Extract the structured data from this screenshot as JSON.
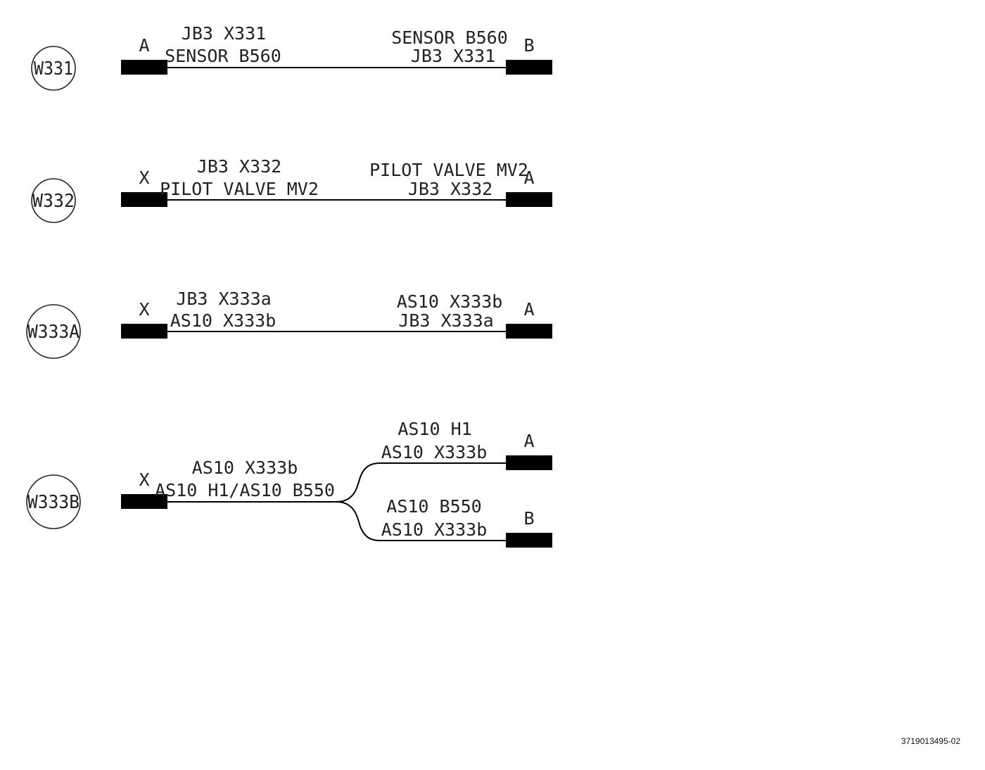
{
  "cables": [
    {
      "id": "W331",
      "left_end": "A",
      "right_end": "B",
      "left_label_top": "JB3 X331",
      "left_label_bottom": "SENSOR B560",
      "right_label_top": "SENSOR B560",
      "right_label_bottom": "JB3 X331"
    },
    {
      "id": "W332",
      "left_end": "X",
      "right_end": "A",
      "left_label_top": "JB3 X332",
      "left_label_bottom": "PILOT VALVE MV2",
      "right_label_top": "PILOT VALVE MV2",
      "right_label_bottom": "JB3 X332"
    },
    {
      "id": "W333A",
      "left_end": "X",
      "right_end": "A",
      "left_label_top": "JB3 X333a",
      "left_label_bottom": "AS10 X333b",
      "right_label_top": "AS10 X333b",
      "right_label_bottom": "JB3 X333a"
    },
    {
      "id": "W333B",
      "left_end": "X",
      "left_label_top": "AS10 X333b",
      "left_label_bottom": "AS10 H1/AS10 B550",
      "branches": [
        {
          "end": "A",
          "label_top": "AS10 H1",
          "label_bottom": "AS10 X333b"
        },
        {
          "end": "B",
          "label_top": "AS10 B550",
          "label_bottom": "AS10 X333b"
        }
      ]
    }
  ],
  "document_number": "3719013495-02"
}
